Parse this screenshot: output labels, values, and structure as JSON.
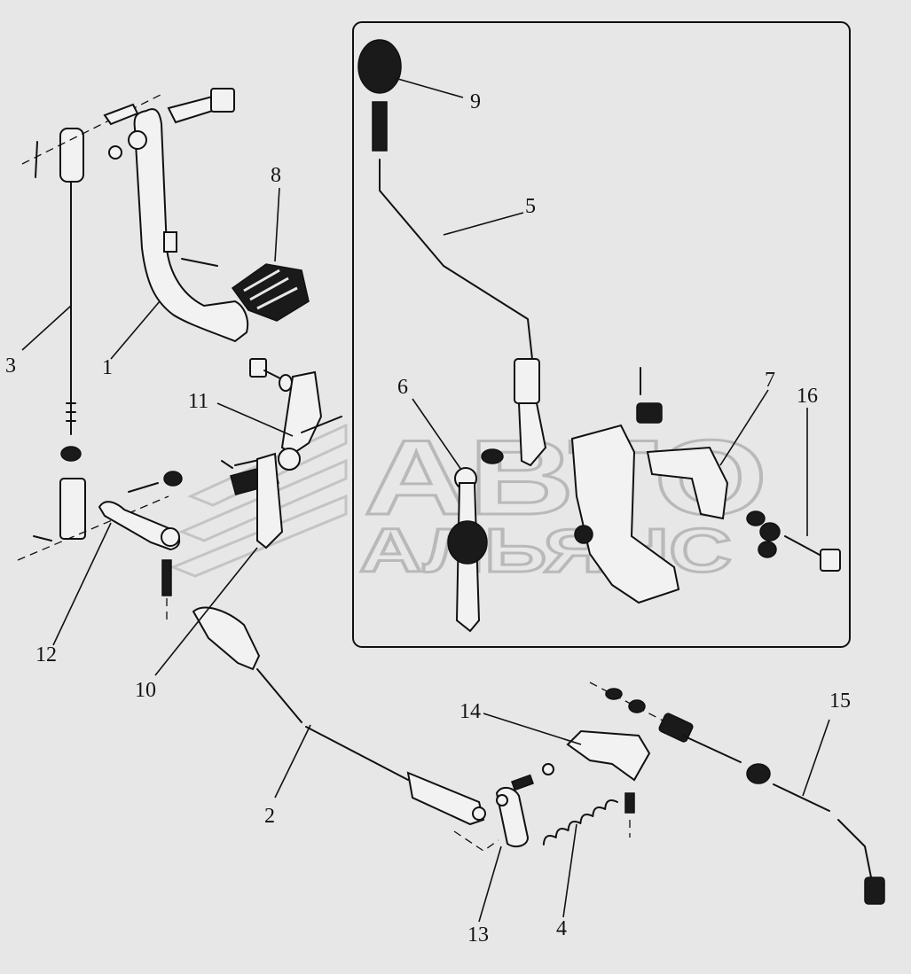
{
  "watermark": {
    "line1": "АВТО",
    "line2": "АЛЬЯНС"
  },
  "callouts": [
    "1",
    "2",
    "3",
    "4",
    "5",
    "6",
    "7",
    "8",
    "9",
    "10",
    "11",
    "12",
    "13",
    "14",
    "15",
    "16"
  ]
}
